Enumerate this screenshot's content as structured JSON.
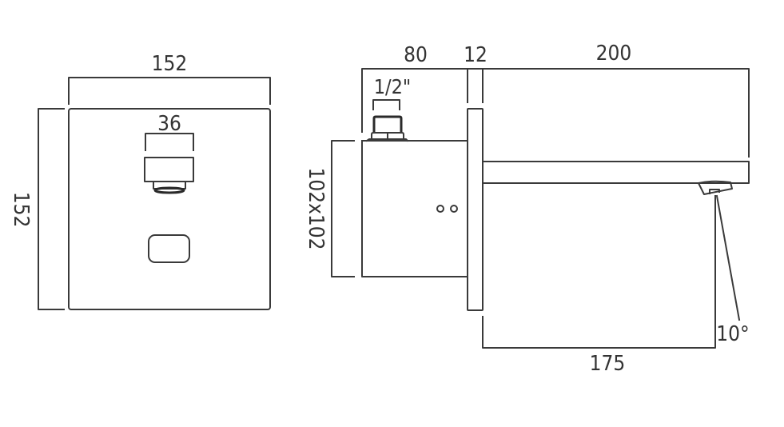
{
  "drawing": {
    "title": "Wall-mounted sensor tap technical drawing",
    "line_color": "#3a3a3a",
    "front_view": {
      "width_label": "152",
      "height_label": "152",
      "outlet_width_label": "36"
    },
    "side_view": {
      "body_depth_label": "80",
      "plate_thickness_label": "12",
      "spout_length_label": "200",
      "inlet_size_label": "1/2\"",
      "body_size_label": "102x102",
      "projection_label": "175",
      "angle_label": "10°"
    }
  }
}
